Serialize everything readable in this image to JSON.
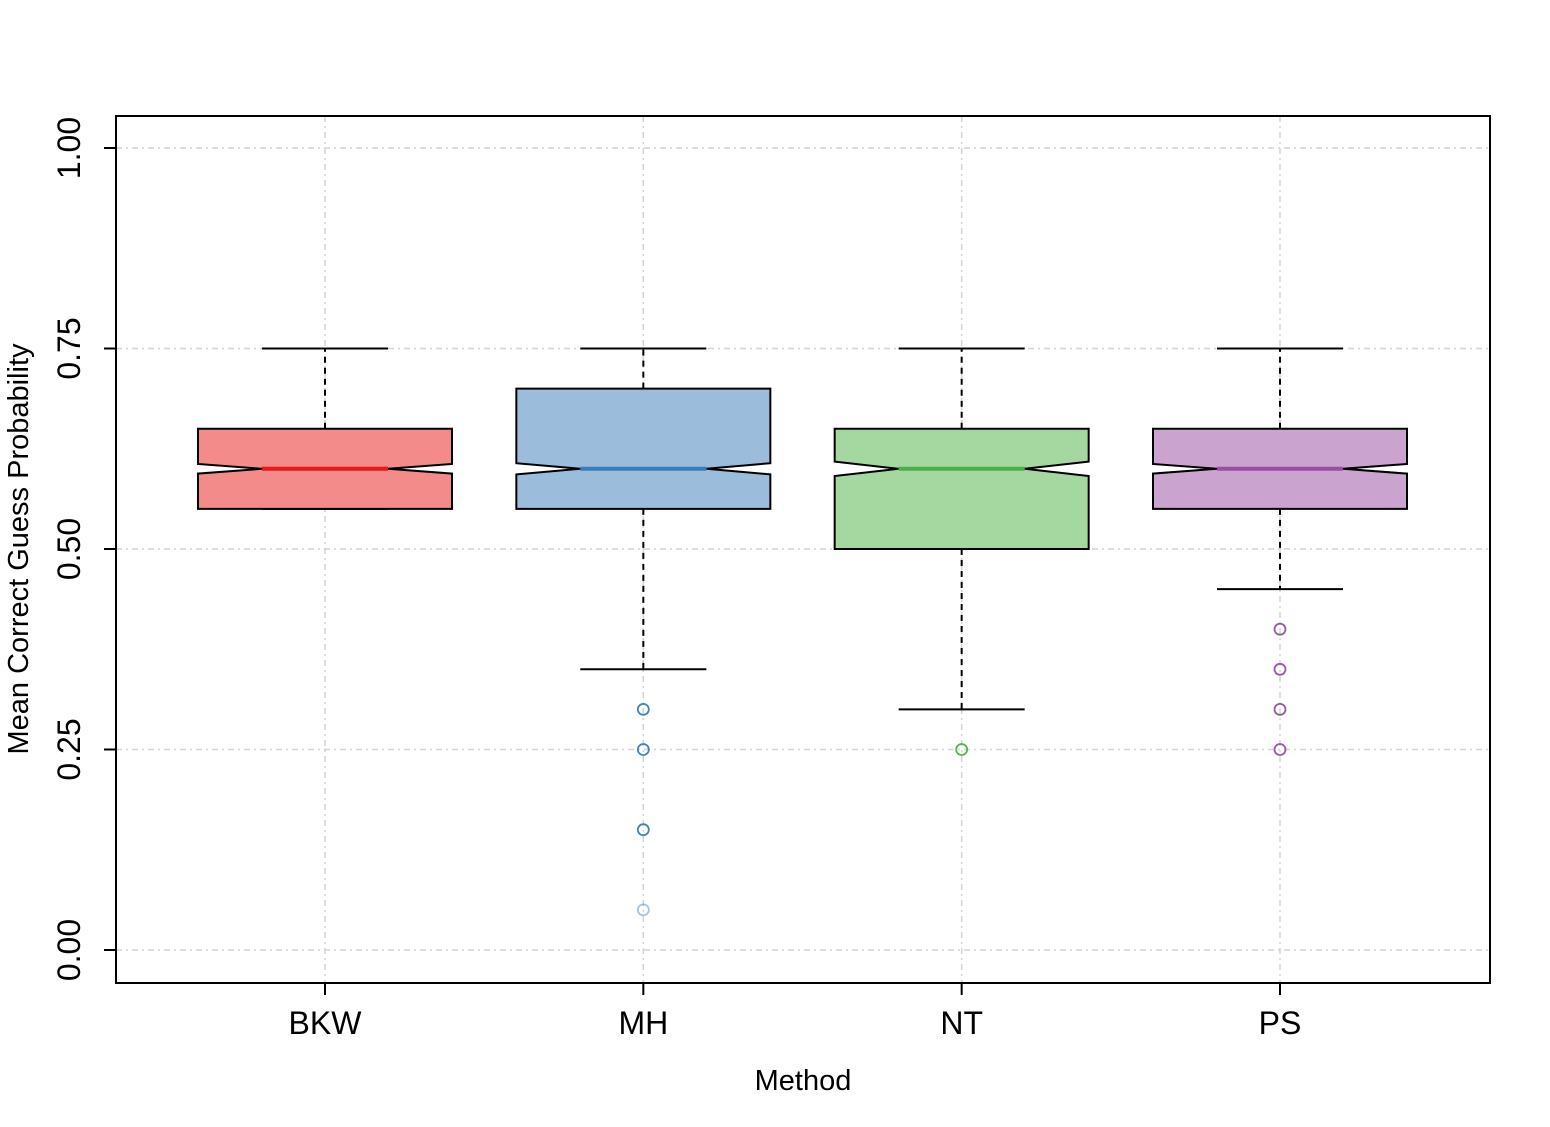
{
  "chart_data": {
    "type": "boxplot",
    "title": "",
    "xlabel": "Method",
    "ylabel": "Mean Correct Guess Probability",
    "ylim": [
      -0.04,
      1.04
    ],
    "y_ticks": [
      "0.00",
      "0.25",
      "0.50",
      "0.75",
      "1.00"
    ],
    "y_tick_values": [
      0.0,
      0.25,
      0.5,
      0.75,
      1.0
    ],
    "grid": true,
    "notched": true,
    "series": [
      {
        "category": "BKW",
        "fill": "#f28b89",
        "median_color": "#e41a1c",
        "outlier_color": "#e41a1c",
        "whisker_low": 0.55,
        "q1": 0.55,
        "median": 0.6,
        "q3": 0.65,
        "whisker_high": 0.75,
        "notch_low": 0.594,
        "notch_high": 0.606,
        "outliers": []
      },
      {
        "category": "MH",
        "fill": "#9bbcdb",
        "median_color": "#377eb8",
        "outlier_color": "#377eb8",
        "whisker_low": 0.35,
        "q1": 0.55,
        "median": 0.6,
        "q3": 0.7,
        "whisker_high": 0.75,
        "notch_low": 0.593,
        "notch_high": 0.607,
        "outliers": [
          0.3,
          0.25,
          0.15,
          0.05
        ]
      },
      {
        "category": "NT",
        "fill": "#a5d8a1",
        "median_color": "#4daf4a",
        "outlier_color": "#4daf4a",
        "whisker_low": 0.3,
        "q1": 0.5,
        "median": 0.6,
        "q3": 0.65,
        "whisker_high": 0.75,
        "notch_low": 0.591,
        "notch_high": 0.609,
        "outliers": [
          0.25
        ]
      },
      {
        "category": "PS",
        "fill": "#cba3cf",
        "median_color": "#984ea3",
        "outlier_color": "#984ea3",
        "whisker_low": 0.45,
        "q1": 0.55,
        "median": 0.6,
        "q3": 0.65,
        "whisker_high": 0.75,
        "notch_low": 0.594,
        "notch_high": 0.606,
        "outliers": [
          0.4,
          0.35,
          0.3,
          0.25
        ]
      }
    ]
  }
}
